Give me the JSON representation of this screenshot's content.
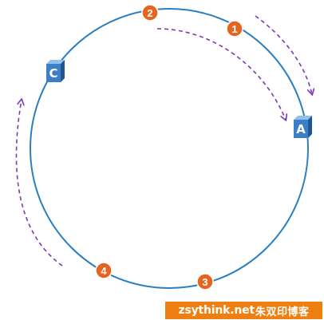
{
  "diagram": {
    "colors": {
      "ring": "#2a7fc1",
      "arrow": "#7b3ab1",
      "node_face": "#3b80c7",
      "badge": "#e7641e",
      "watermark_bg": "#f07f12"
    },
    "nodes": [
      {
        "id": "A",
        "label": "A"
      },
      {
        "id": "C",
        "label": "C"
      }
    ],
    "badges": [
      "1",
      "2",
      "3",
      "4"
    ],
    "watermark": {
      "latin": "zsythink.net",
      "cjk": "朱双印博客"
    }
  }
}
